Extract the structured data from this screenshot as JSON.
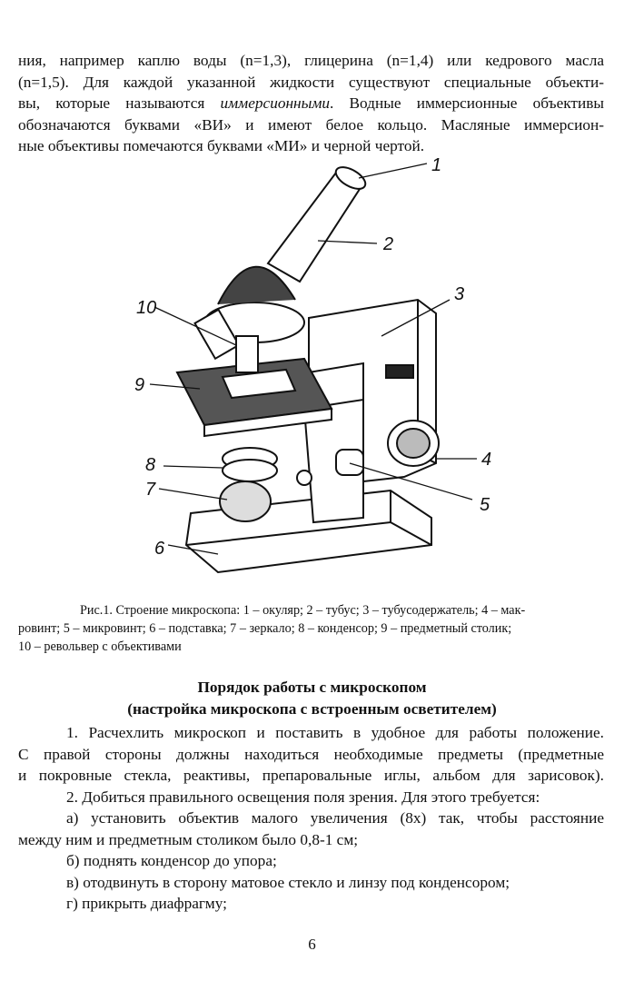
{
  "intro_lines": [
    "ния, например каплю воды (n=1,3), глицерина (n=1,4) или кедрового масла",
    "(n=1,5). Для каждой указанной жидкости существуют специальные объекти-",
    "вы, которые называются ",
    "иммерсионными",
    ". Водные иммерсионные объективы",
    "обозначаются буквами «ВИ» и имеют белое кольцо. Масляные иммерсион-",
    "ные объективы помечаются буквами «МИ» и черной чертой."
  ],
  "figure": {
    "labels": [
      "1",
      "2",
      "3",
      "4",
      "5",
      "6",
      "7",
      "8",
      "9",
      "10"
    ]
  },
  "caption": [
    "Рис.1. Строение микроскопа:  1 – окуляр;  2 – тубус;  3 – тубусодержатель; 4 – мак-",
    "ровинт; 5 – микровинт;  6 – подставка; 7 – зеркало; 8 – конденсор; 9 – предметный столик;",
    "10 – револьвер с объективами"
  ],
  "heading": [
    "Порядок работы с микроскопом",
    "(настройка микроскопа с встроенным осветителем)"
  ],
  "body_lines": [
    "1. Расчехлить микроскоп и поставить в удобное для работы положение.",
    "С правой стороны должны находиться необходимые предметы (предметные",
    "и покровные стекла, реактивы, препаровальные иглы, альбом для зарисовок).",
    "2. Добиться правильного освещения поля зрения. Для этого требуется:",
    "а) установить объектив малого увеличения (8х) так, чтобы расстояние",
    "между ним  и предметным столиком было 0,8-1 см;",
    "б) поднять конденсор до упора;",
    "в) отодвинуть в сторону матовое стекло и линзу под конденсором;",
    "г) прикрыть диафрагму;"
  ],
  "page_number": "6"
}
